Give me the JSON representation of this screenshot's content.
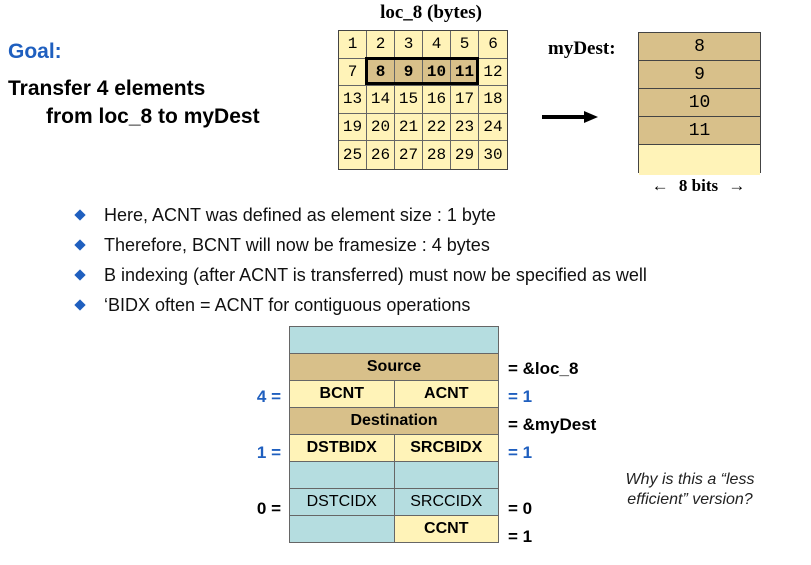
{
  "goal": {
    "label": "Goal:",
    "line1": "Transfer 4 elements",
    "line2": "from loc_8 to myDest"
  },
  "loc_grid": {
    "title": "loc_8 (bytes)",
    "cells": [
      "1",
      "2",
      "3",
      "4",
      "5",
      "6",
      "7",
      "8",
      "9",
      "10",
      "11",
      "12",
      "13",
      "14",
      "15",
      "16",
      "17",
      "18",
      "19",
      "20",
      "21",
      "22",
      "23",
      "24",
      "25",
      "26",
      "27",
      "28",
      "29",
      "30"
    ],
    "selected": [
      "8",
      "9",
      "10",
      "11"
    ]
  },
  "mydest": {
    "label": "myDest:",
    "values": [
      "8",
      "9",
      "10",
      "11",
      ""
    ],
    "width_label": "8 bits"
  },
  "bullets": [
    "Here, ACNT was defined as element size : 1 byte",
    "Therefore, BCNT will now be framesize : 4 bytes",
    "B indexing (after ACNT is transferred) must now be specified as well",
    "‘BIDX often = ACNT for contiguous operations"
  ],
  "param_table": {
    "source": "Source",
    "bcnt": "BCNT",
    "acnt": "ACNT",
    "destination": "Destination",
    "dstbidx": "DSTBIDX",
    "srcbidx": "SRCBIDX",
    "dstcidx": "DSTCIDX",
    "srccidx": "SRCCIDX",
    "ccnt": "CCNT"
  },
  "annotations": {
    "left_bcnt": "4 =",
    "left_dstbidx": "1 =",
    "left_dstcidx": "0 =",
    "right_source": "= &loc_8",
    "right_acnt": "= 1",
    "right_destination": "= &myDest",
    "right_srcbidx": "= 1",
    "right_srccidx": "= 0",
    "right_ccnt": "= 1"
  },
  "question": "Why is this a “less efficient” version?",
  "colors": {
    "accent": "#1f5fbf",
    "tan": "#d8c08a",
    "pale_yellow": "#fff3b8",
    "teal": "#b5dde0"
  }
}
